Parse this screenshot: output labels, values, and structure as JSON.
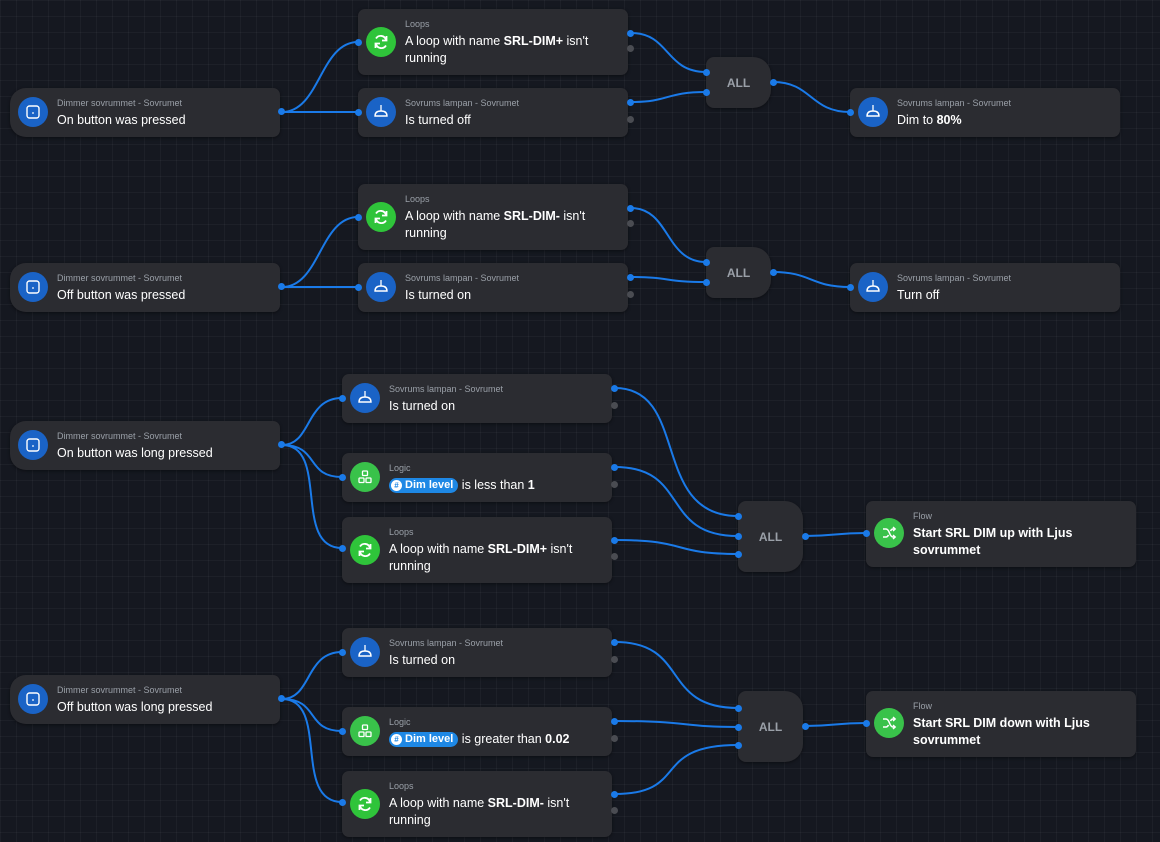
{
  "colors": {
    "background": "#151820",
    "card": "#2b2c31",
    "wire": "#1a7ae8",
    "device_icon": "#1a63c6",
    "loop_icon": "#2fc43a"
  },
  "icons": {
    "dimmer": "dimmer-switch-icon",
    "lamp": "pendant-lamp-icon",
    "loop": "refresh-icon",
    "logic": "logic-blocks-icon",
    "flow": "shuffle-icon"
  },
  "flow1": {
    "trigger": {
      "sub": "Dimmer sovrummet - Sovrumet",
      "main": "On button was pressed"
    },
    "cond1": {
      "sub": "Loops",
      "pre": "A loop with name ",
      "bold": "SRL-DIM+",
      "post": " isn't running"
    },
    "cond2": {
      "sub": "Sovrums lampan - Sovrumet",
      "main": "Is turned off"
    },
    "all": "ALL",
    "action": {
      "sub": "Sovrums lampan - Sovrumet",
      "pre": "Dim to ",
      "bold": "80%"
    }
  },
  "flow2": {
    "trigger": {
      "sub": "Dimmer sovrummet - Sovrumet",
      "main": "Off button was pressed"
    },
    "cond1": {
      "sub": "Loops",
      "pre": "A loop with name ",
      "bold": "SRL-DIM-",
      "post": " isn't running"
    },
    "cond2": {
      "sub": "Sovrums lampan - Sovrumet",
      "main": "Is turned on"
    },
    "all": "ALL",
    "action": {
      "sub": "Sovrums lampan - Sovrumet",
      "main": "Turn off"
    }
  },
  "flow3": {
    "trigger": {
      "sub": "Dimmer sovrummet - Sovrumet",
      "main": "On button was long pressed"
    },
    "cond1": {
      "sub": "Sovrums lampan - Sovrumet",
      "main": "Is turned on"
    },
    "cond2": {
      "sub": "Logic",
      "tag": "Dim level",
      "mid": " is less than ",
      "bold": "1"
    },
    "cond3": {
      "sub": "Loops",
      "pre": "A loop with name ",
      "bold": "SRL-DIM+",
      "post": " isn't running"
    },
    "all": "ALL",
    "action": {
      "sub": "Flow",
      "bold": "Start SRL DIM up with Ljus sovrummet"
    }
  },
  "flow4": {
    "trigger": {
      "sub": "Dimmer sovrummet - Sovrumet",
      "main": "Off button was long pressed"
    },
    "cond1": {
      "sub": "Sovrums lampan - Sovrumet",
      "main": "Is turned on"
    },
    "cond2": {
      "sub": "Logic",
      "tag": "Dim level",
      "mid": " is greater than ",
      "bold": "0.02"
    },
    "cond3": {
      "sub": "Loops",
      "pre": "A loop with name ",
      "bold": "SRL-DIM-",
      "post": " isn't running"
    },
    "all": "ALL",
    "action": {
      "sub": "Flow",
      "bold": "Start SRL DIM down with Ljus sovrummet"
    }
  }
}
